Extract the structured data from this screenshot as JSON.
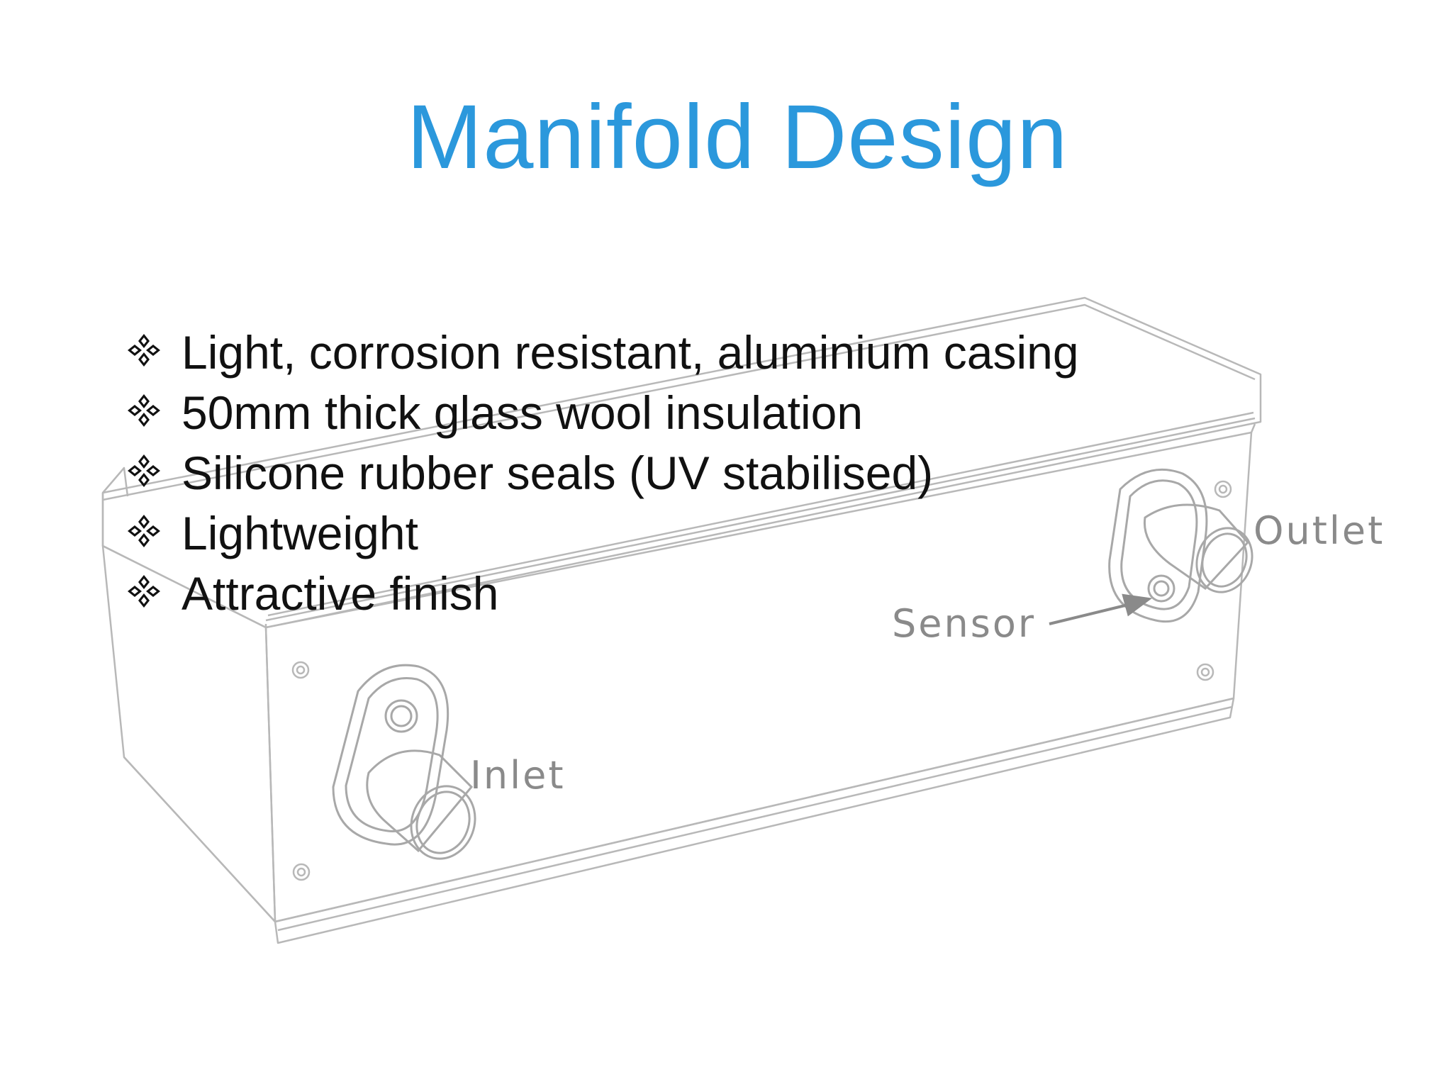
{
  "slide": {
    "title": "Manifold Design",
    "title_color": "#2b98dc",
    "bullets": [
      {
        "text": "Light, corrosion resistant, aluminium casing",
        "icon": "four-diamond-bullet-icon"
      },
      {
        "text": "50mm thick glass wool insulation",
        "icon": "four-diamond-bullet-icon"
      },
      {
        "text": "Silicone rubber seals (UV stabilised)",
        "icon": "four-diamond-bullet-icon"
      },
      {
        "text": "Lightweight",
        "icon": "four-diamond-bullet-icon"
      },
      {
        "text": "Attractive finish",
        "icon": "four-diamond-bullet-icon"
      }
    ]
  },
  "diagram": {
    "labels": {
      "inlet": "Inlet",
      "outlet": "Outlet",
      "sensor": "Sensor"
    },
    "line_color": "#b8b8b8",
    "label_color": "#8a8a8a"
  }
}
